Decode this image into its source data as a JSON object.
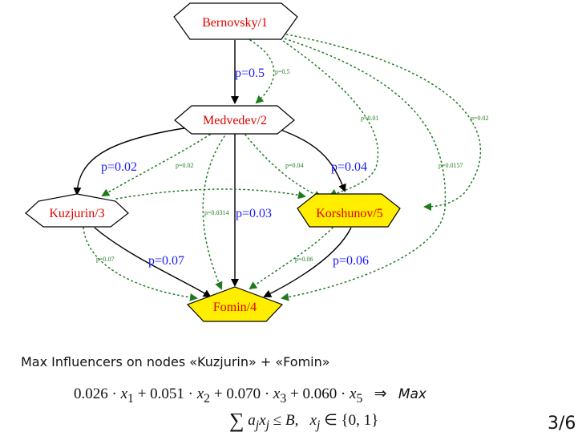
{
  "graph": {
    "nodes": {
      "bernovsky": "Bernovsky/1",
      "medvedev": "Medvedev/2",
      "kuzjurin": "Kuzjurin/3",
      "fomin": "Fomin/4",
      "korshunov": "Korshunov/5"
    },
    "edges": {
      "e_1_2": "p=0.5",
      "e_1_2_dot": "p=0.5",
      "e_1_4": "p=0.01",
      "e_1_5": "p=0.02",
      "e_1_5b": "p=0.0157",
      "e_2_3": "p=0.02",
      "e_2_3_dot": "p=0.02",
      "e_2_5_dot": "p=0.04",
      "e_2_5": "p=0.04",
      "e_2_4_dot": "p=0.0314",
      "e_2_4": "p=0.03",
      "e_3_4_dot": "p=0.07",
      "e_3_4": "p=0.07",
      "e_5_4_dot": "p=0.06",
      "e_5_4": "p=0.06"
    },
    "colors": {
      "seed_fill": "#ffee00",
      "node_text": "#e00000",
      "solid_edge": "#000000",
      "dotted_edge": "#1f7a1f",
      "big_label": "#1a1aff"
    }
  },
  "caption": "Max Influencers on nodes «Kuzjurin» + «Fomin»",
  "formula": {
    "objective_terms": [
      {
        "coef": "0.026",
        "var": "x",
        "sub": "1"
      },
      {
        "coef": "0.051",
        "var": "x",
        "sub": "2"
      },
      {
        "coef": "0.070",
        "var": "x",
        "sub": "3"
      },
      {
        "coef": "0.060",
        "var": "x",
        "sub": "5"
      }
    ],
    "implies": "⇒",
    "goal": "Max",
    "constraint_sum": "∑",
    "constraint_body": "a",
    "constraint_bound": "B",
    "domain_set": "{0, 1}"
  },
  "page_number": "3/6"
}
